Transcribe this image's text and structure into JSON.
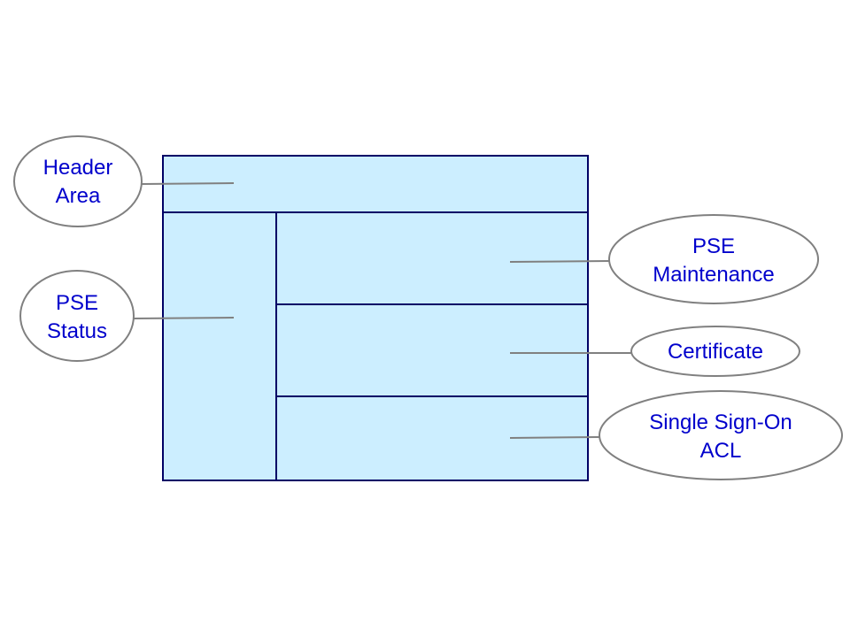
{
  "diagram": {
    "colors": {
      "panel_fill": "#cceeff",
      "panel_border": "#000066",
      "callout_border": "#808080",
      "text": "#0000cc"
    },
    "callouts": {
      "header_area": {
        "line1": "Header",
        "line2": "Area"
      },
      "pse_status": {
        "line1": "PSE",
        "line2": "Status"
      },
      "pse_maintenance": {
        "line1": "PSE",
        "line2": "Maintenance"
      },
      "certificate": {
        "line1": "Certificate"
      },
      "sso_acl": {
        "line1": "Single Sign-On",
        "line2": "ACL"
      }
    }
  }
}
